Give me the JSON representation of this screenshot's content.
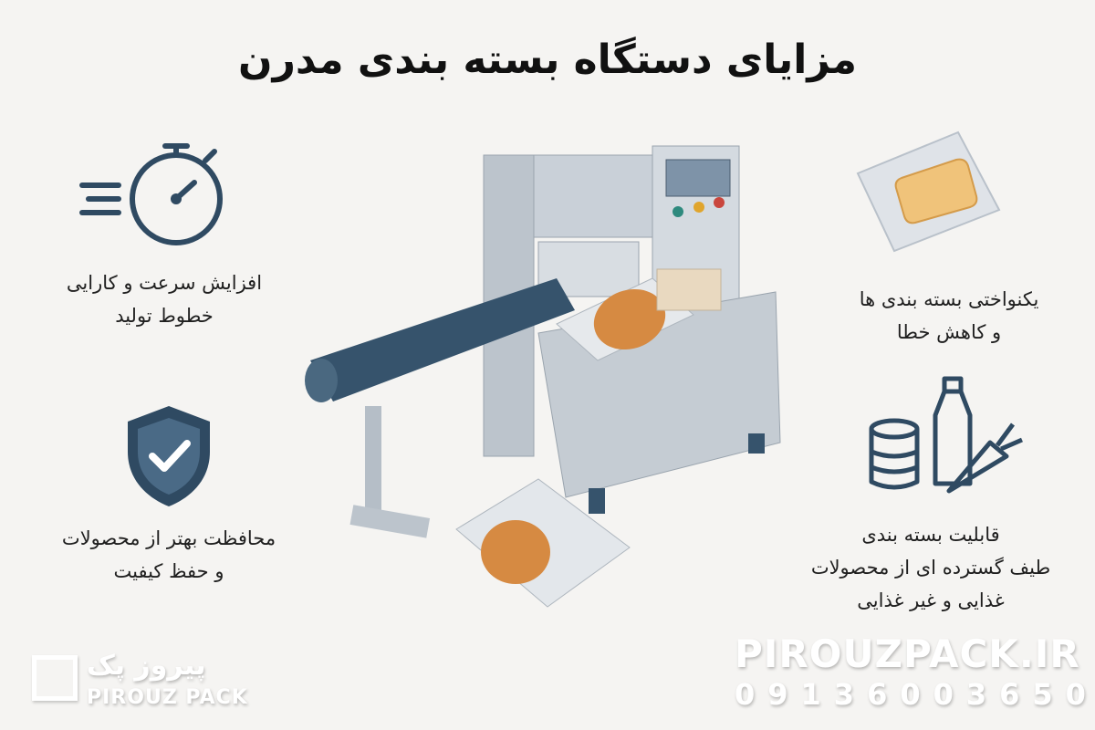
{
  "title": "مزایای دستگاه بسته بندی مدرن",
  "features": [
    {
      "lines": [
        "افزایش سرعت و کارایی",
        "خطوط تولید"
      ],
      "icon": "stopwatch-icon"
    },
    {
      "lines": [
        "محافظت بهتر از محصولات",
        "و حفظ کیفیت"
      ],
      "icon": "shield-check-icon"
    },
    {
      "lines": [
        "یکنواختی بسته بندی ها",
        "و کاهش خطا"
      ],
      "icon": "sealed-package-icon"
    },
    {
      "lines": [
        "قابلیت بسته بندی",
        "طیف گسترده ای از محصولات",
        "غذایی و غیر غذایی"
      ],
      "icon": "food-products-icon"
    }
  ],
  "watermark": {
    "logo_fa": "پیروز پک",
    "logo_en": "PIROUZ PACK",
    "website": "PIROUZPACK.IR",
    "phone": "09136003650"
  },
  "colors": {
    "accent": "#2f4a62",
    "background": "#f5f4f2"
  }
}
